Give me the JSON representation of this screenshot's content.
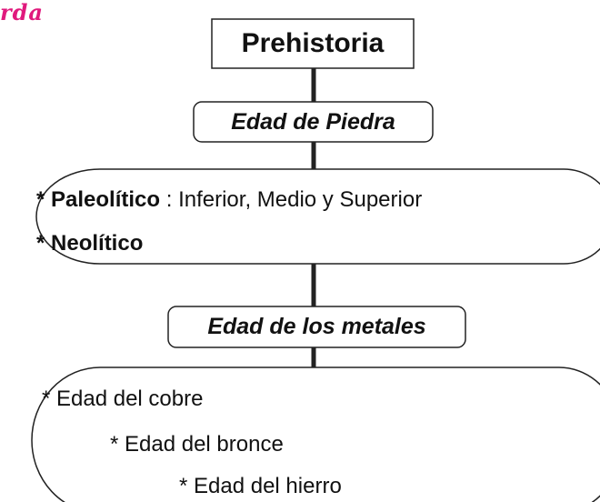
{
  "brand": "rda",
  "title": "Prehistoria",
  "eras": [
    {
      "label": "Edad de Piedra",
      "items": [
        {
          "bullet": "*",
          "name": "Paleolítico",
          "detail": " : Inferior, Medio y Superior"
        },
        {
          "bullet": "*",
          "name": "Neolítico",
          "detail": ""
        }
      ]
    },
    {
      "label": "Edad de los metales",
      "items": [
        {
          "bullet": "*",
          "name": "Edad del cobre"
        },
        {
          "bullet": "*",
          "name": "Edad del bronce"
        },
        {
          "bullet": "*",
          "name": "Edad del hierro"
        }
      ]
    }
  ],
  "colors": {
    "stroke": "#222222",
    "brand": "#e0197d",
    "background": "#ffffff"
  }
}
